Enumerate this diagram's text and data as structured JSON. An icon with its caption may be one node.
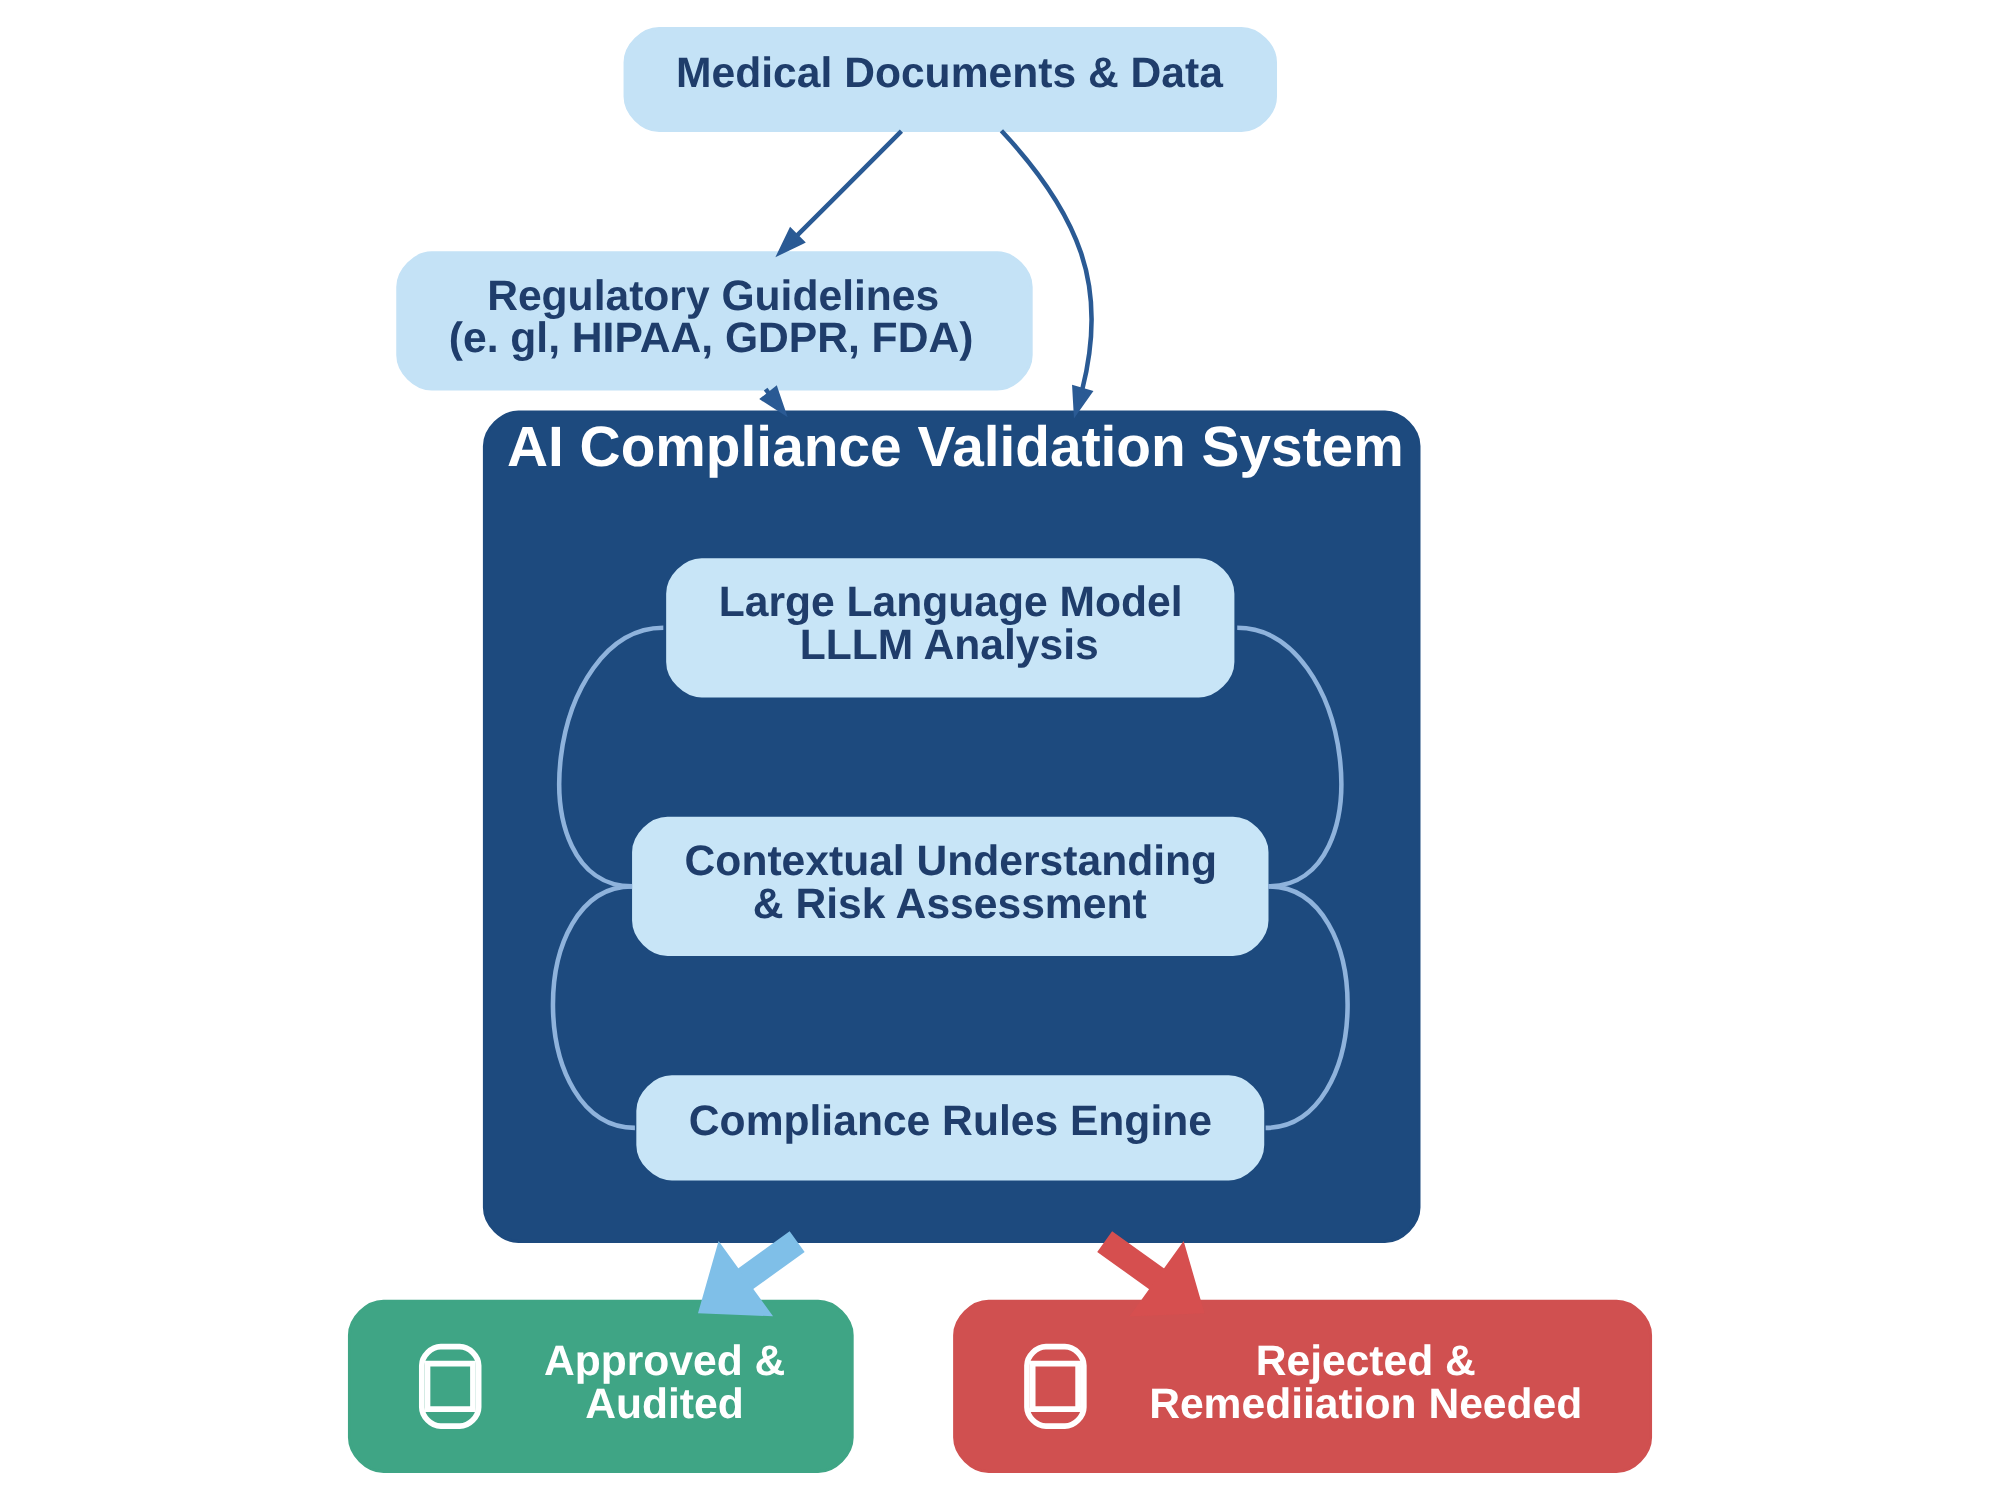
{
  "diagram": {
    "nodes": [
      {
        "text": [
          "Medical Documents & Data"
        ]
      },
      {
        "text": [
          "Regulatory Guidelines (e. gl, HIPAA, GDPR, FDA)"
        ]
      },
      {
        "text": [
          "AI Compliance Validation System"
        ]
      },
      {
        "text": [
          "Large Language Model LLLM Analysis"
        ],
        "in": 2
      },
      {
        "text": [
          "Contextual Understanding & Risk Assessment"
        ],
        "in": 2
      },
      {
        "text": [
          "Compliance Rules Engine"
        ],
        "in": 2
      },
      {
        "text": [
          "Approved & Audited"
        ]
      },
      {
        "text": [
          "Rejected & Remediiation Needed"
        ]
      }
    ],
    "edges": [
      {
        "from": 0,
        "to": 1,
        "arrow": "to",
        "color": "#2a5a94"
      },
      {
        "from": 0,
        "to": 2,
        "arrow": "to",
        "color": "#2a5a94"
      },
      {
        "from": 1,
        "to": 2,
        "arrow": "to",
        "color": "#2a5a94"
      },
      {
        "from": 3,
        "to": 4,
        "arrow": "none"
      },
      {
        "from": 4,
        "to": 5,
        "arrow": "none"
      },
      {
        "from": 3,
        "to": 4,
        "arrow": "none"
      },
      {
        "from": 4,
        "to": 5,
        "arrow": "none"
      },
      {
        "from": 2,
        "to": 6,
        "arrow": "to",
        "style": "thick",
        "color": "#7fbfe8"
      },
      {
        "from": 2,
        "to": 7,
        "arrow": "to",
        "style": "thick",
        "color": "#d64f4f"
      }
    ]
  }
}
